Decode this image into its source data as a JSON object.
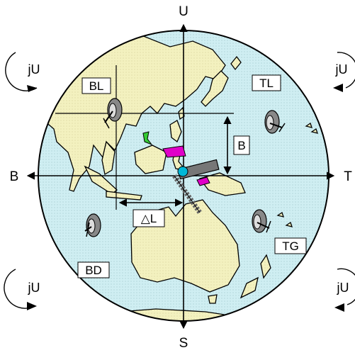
{
  "axes": {
    "top": "U",
    "bottom": "S",
    "left": "B",
    "right": "T"
  },
  "quadrants": {
    "top_left": "BL",
    "top_right": "TL",
    "bottom_left": "BD",
    "bottom_right": "TG"
  },
  "measures": {
    "latitude_offset": "B",
    "longitude_offset": "△L"
  },
  "rotation_labels": {
    "top_left": "jU",
    "top_right": "jU",
    "bottom_left": "jU",
    "bottom_right": "jU"
  },
  "colors": {
    "ocean": "#cfeef2",
    "land": "#f3f1bf",
    "magenta": "#e000c8",
    "cyan": "#00b8d8",
    "green": "#33cc33",
    "stroke": "#000000"
  },
  "icons": [
    "antenna-dish-icon",
    "satellite-icon",
    "rotation-arrow-icon"
  ]
}
